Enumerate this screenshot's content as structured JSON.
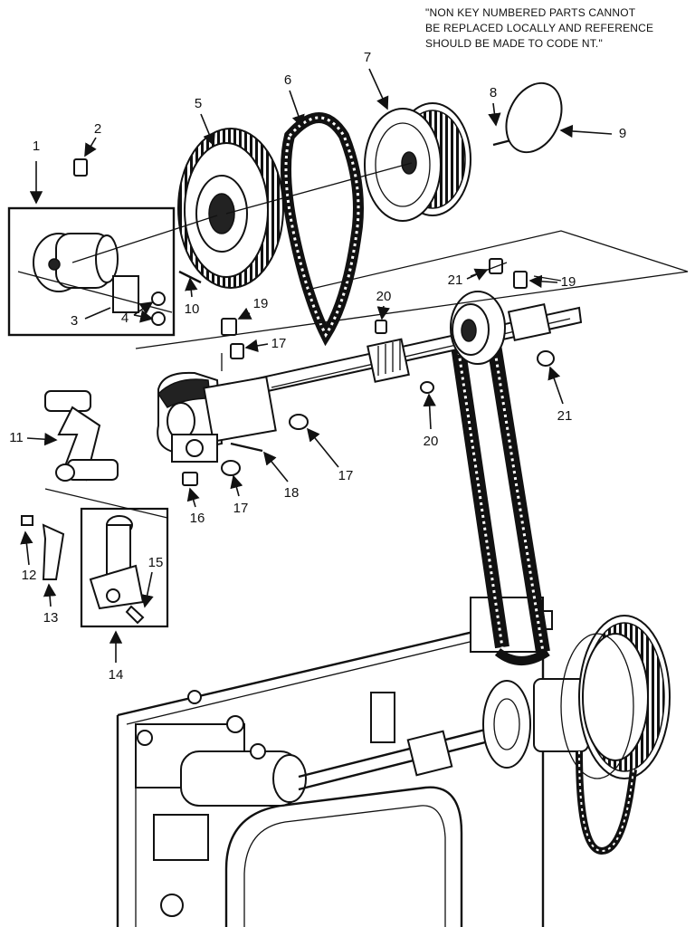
{
  "note": {
    "lines": [
      "\"NON KEY NUMBERED PARTS CANNOT",
      "BE REPLACED LOCALLY AND REFERENCE",
      "SHOULD BE MADE TO CODE NT.\""
    ]
  },
  "callouts": [
    {
      "id": "c1",
      "label": "1"
    },
    {
      "id": "c2",
      "label": "2"
    },
    {
      "id": "c3",
      "label": "3"
    },
    {
      "id": "c4",
      "label": "4"
    },
    {
      "id": "c5",
      "label": "5"
    },
    {
      "id": "c6",
      "label": "6"
    },
    {
      "id": "c7",
      "label": "7"
    },
    {
      "id": "c8",
      "label": "8"
    },
    {
      "id": "c9",
      "label": "9"
    },
    {
      "id": "c10",
      "label": "10"
    },
    {
      "id": "c11",
      "label": "11"
    },
    {
      "id": "c12",
      "label": "12"
    },
    {
      "id": "c13",
      "label": "13"
    },
    {
      "id": "c14",
      "label": "14"
    },
    {
      "id": "c15",
      "label": "15"
    },
    {
      "id": "c16",
      "label": "16"
    },
    {
      "id": "c17a",
      "label": "17"
    },
    {
      "id": "c17b",
      "label": "17"
    },
    {
      "id": "c17c",
      "label": "17"
    },
    {
      "id": "c18",
      "label": "18"
    },
    {
      "id": "c19a",
      "label": "19"
    },
    {
      "id": "c19b",
      "label": "19"
    },
    {
      "id": "c20a",
      "label": "20"
    },
    {
      "id": "c20b",
      "label": "20"
    },
    {
      "id": "c21a",
      "label": "21"
    },
    {
      "id": "c21b",
      "label": "21"
    }
  ]
}
